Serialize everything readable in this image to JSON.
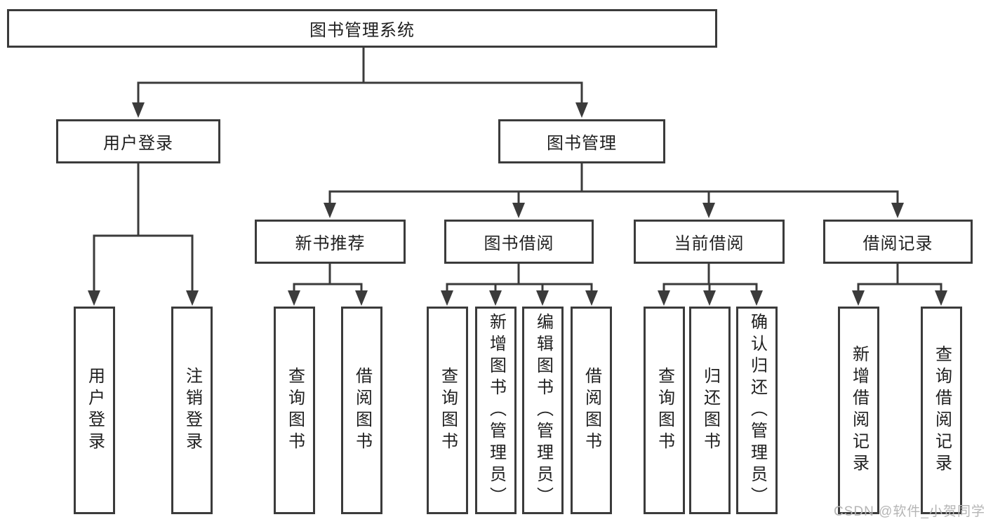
{
  "tree": {
    "root": {
      "label": "图书管理系统",
      "children": [
        {
          "label": "用户登录",
          "children": [
            {
              "label": "用户登录"
            },
            {
              "label": "注销登录"
            }
          ]
        },
        {
          "label": "图书管理",
          "children": [
            {
              "label": "新书推荐",
              "children": [
                {
                  "label": "查询图书"
                },
                {
                  "label": "借阅图书"
                }
              ]
            },
            {
              "label": "图书借阅",
              "children": [
                {
                  "label": "查询图书"
                },
                {
                  "label": "新增图书（管理员）"
                },
                {
                  "label": "编辑图书（管理员）"
                },
                {
                  "label": "借阅图书"
                }
              ]
            },
            {
              "label": "当前借阅",
              "children": [
                {
                  "label": "查询图书"
                },
                {
                  "label": "归还图书"
                },
                {
                  "label": "确认归还（管理员）"
                }
              ]
            },
            {
              "label": "借阅记录",
              "children": [
                {
                  "label": "新增借阅记录"
                },
                {
                  "label": "查询借阅记录"
                }
              ]
            }
          ]
        }
      ]
    }
  },
  "watermark": {
    "text": "CSDN @软件_小贺同学"
  },
  "colors": {
    "line": "#3b3b3b",
    "text": "#1f1f1f",
    "background": "#ffffff",
    "watermark": "#b5b5b5"
  }
}
